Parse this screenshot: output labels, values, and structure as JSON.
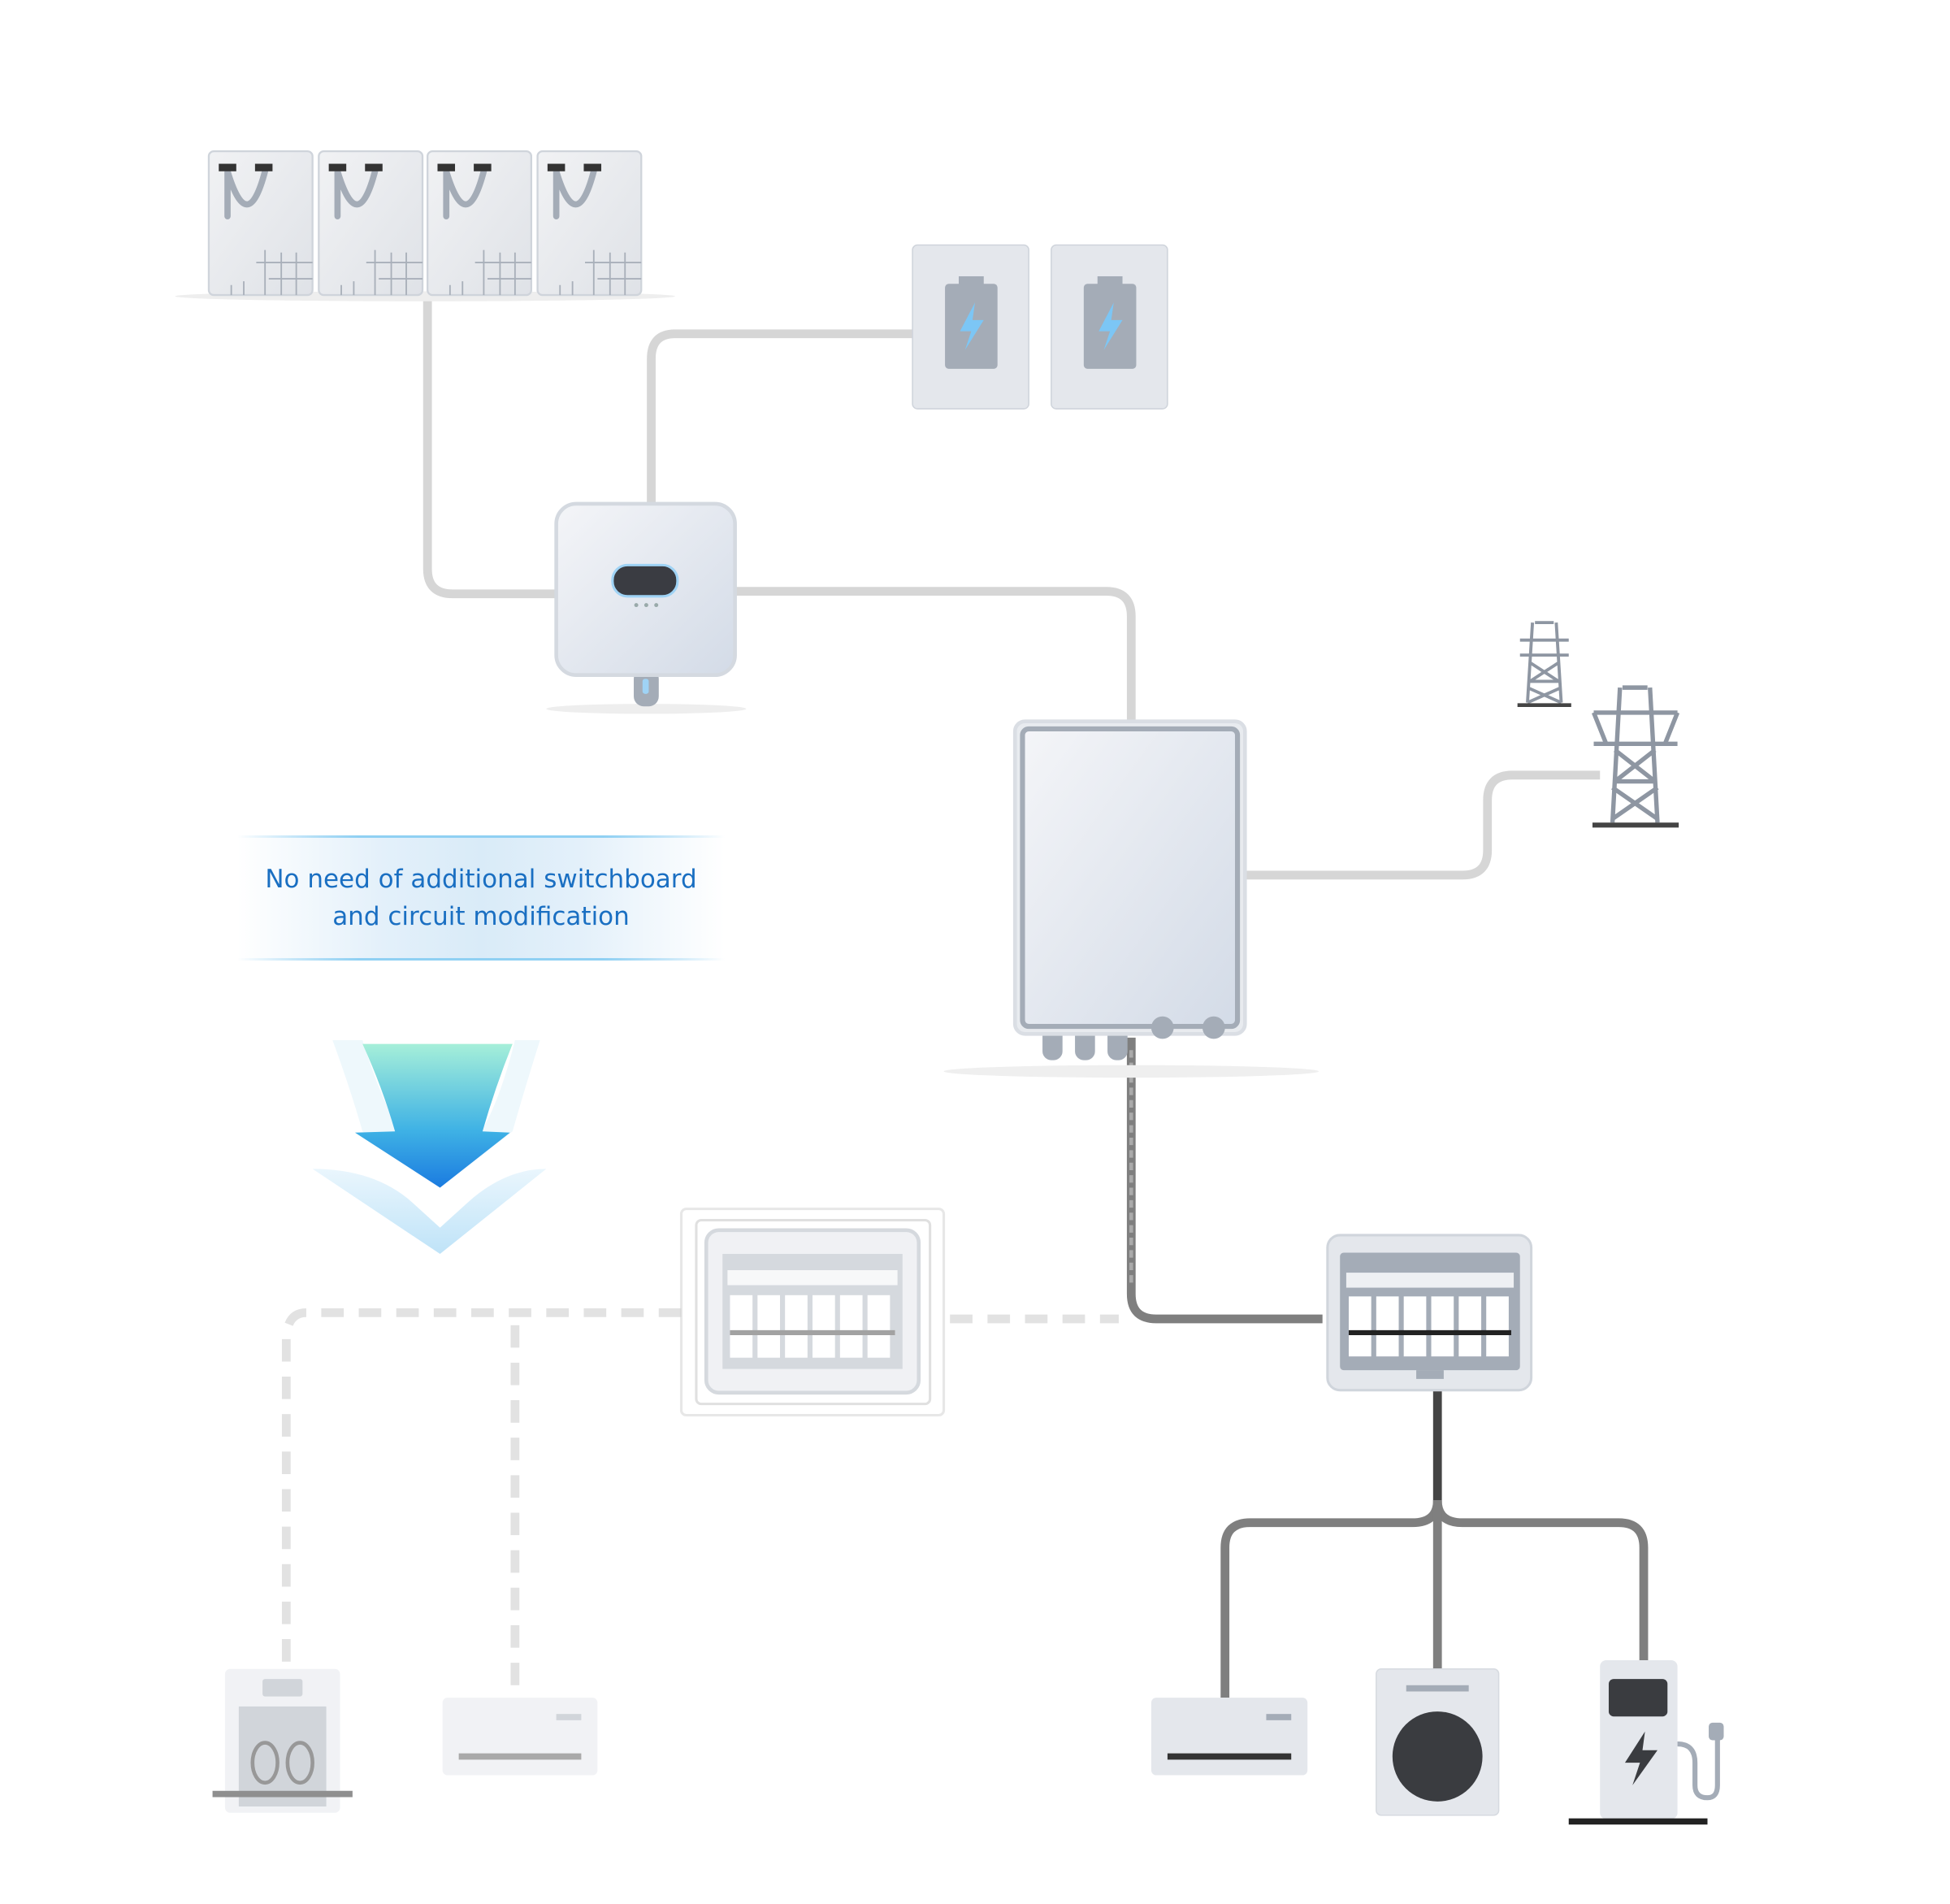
{
  "banner": {
    "line1": "No need of additional switchboard",
    "line2": "and circuit modification"
  },
  "colors": {
    "cable_light": "#d6d6d6",
    "cable_dark": "#7f7f7f",
    "text_accent": "#1a6fc2",
    "battery_bolt": "#7cc6f5",
    "device_body": "#e4e7ec"
  },
  "components": [
    "solar-panel",
    "battery",
    "inverter",
    "smart-box",
    "power-tower",
    "old-switchboard",
    "switchboard",
    "dishwasher",
    "air-conditioner",
    "washing-machine",
    "ev-charger"
  ]
}
